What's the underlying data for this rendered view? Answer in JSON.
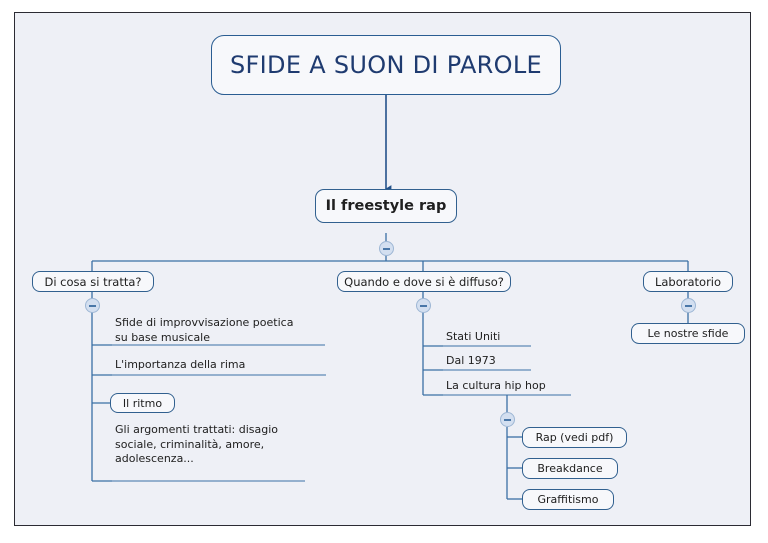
{
  "diagram": {
    "type": "mind-map",
    "language": "it",
    "canvas_background": "#eef0f6",
    "accent_color": "#31608f",
    "title_text_color": "#1f3b70",
    "title": {
      "label": "SFIDE A SUON DI PAROLE"
    },
    "root": {
      "label": "Il freestyle rap",
      "handle": "collapse-minus"
    },
    "branches": [
      {
        "id": "di-cosa-si-tratta",
        "label": "Di cosa si tratta?",
        "handle": "collapse-minus",
        "children": [
          {
            "label": "Sfide di improvvisazione poetica\nsu base musicale",
            "style": "underline"
          },
          {
            "label": "L'importanza della rima",
            "style": "underline"
          },
          {
            "label": "Il ritmo",
            "style": "box"
          },
          {
            "label": "Gli argomenti trattati: disagio\nsociale, criminalità, amore,\nadolescenza...",
            "style": "underline"
          }
        ]
      },
      {
        "id": "quando-e-dove",
        "label": "Quando e dove si è diffuso?",
        "handle": "collapse-minus",
        "children": [
          {
            "label": "Stati Uniti",
            "style": "underline"
          },
          {
            "label": "Dal 1973",
            "style": "underline"
          },
          {
            "label": "La cultura hip hop",
            "style": "underline",
            "handle": "collapse-minus",
            "children": [
              {
                "label": "Rap (vedi pdf)",
                "style": "box"
              },
              {
                "label": "Breakdance",
                "style": "box"
              },
              {
                "label": "Graffitismo",
                "style": "box"
              }
            ]
          }
        ]
      },
      {
        "id": "laboratorio",
        "label": "Laboratorio",
        "handle": "collapse-minus",
        "children": [
          {
            "label": "Le nostre sfide",
            "style": "box"
          }
        ]
      }
    ]
  }
}
